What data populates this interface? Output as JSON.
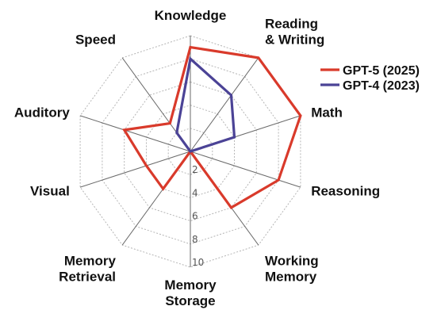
{
  "chart_data": {
    "type": "radar",
    "axes": [
      "Knowledge",
      "Reading\n& Writing",
      "Math",
      "Reasoning",
      "Working\nMemory",
      "Memory\nStorage",
      "Memory\nRetrieval",
      "Visual",
      "Auditory",
      "Speed"
    ],
    "radial_ticks": [
      "2",
      "4",
      "6",
      "8",
      "10"
    ],
    "rlim": [
      0,
      10
    ],
    "grid": true,
    "legend_position": "top-right",
    "series": [
      {
        "name": "GPT-5 (2025)",
        "color": "#d93a2b",
        "values": [
          9,
          10,
          10,
          8,
          6,
          0,
          4,
          4,
          6,
          3
        ]
      },
      {
        "name": "GPT-4 (2023)",
        "color": "#4b4396",
        "values": [
          8,
          6,
          4,
          0,
          0,
          0,
          0,
          0,
          0,
          2
        ]
      }
    ]
  }
}
